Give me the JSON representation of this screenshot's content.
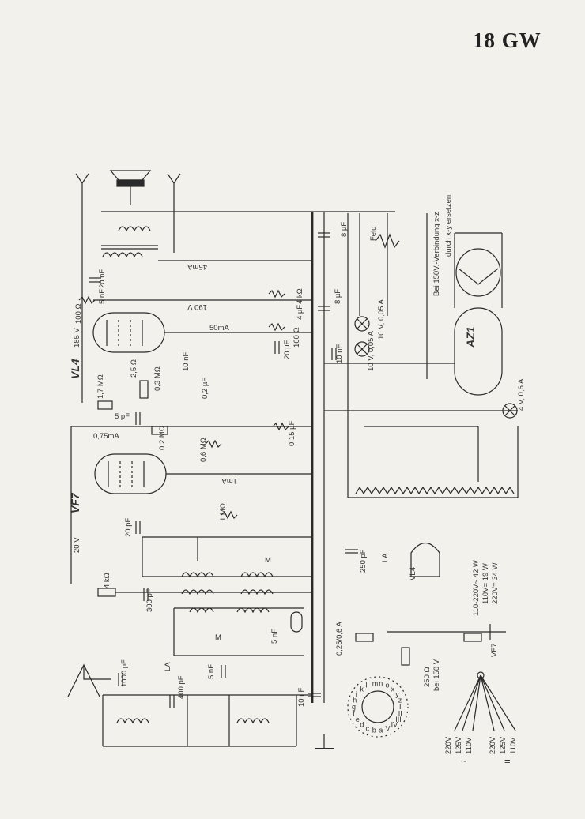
{
  "title": "18 GW",
  "tubes": {
    "vl4": "VL4",
    "vf7": "VF7",
    "az1": "AZ1",
    "vl4_small": "VL4",
    "vf7_small": "VF7"
  },
  "labels": {
    "bei150": "Bei 150V.-Verbindung x-z",
    "durch": "durch x-y ersetzen",
    "feld": "Feld",
    "ma45": "45mA",
    "v190": "190 V",
    "v185": "185 V",
    "ma50": "50mA",
    "ma075": "0,75mA",
    "ma1": "1mA",
    "v20": "20 V",
    "la_top": "LA",
    "la_bottom": "LA",
    "lamp_10v_a": "10 V, 0,05 A",
    "lamp_10v_b": "10 V, 0,05 A",
    "lamp_4v": "4 V, 0,6 A",
    "fuse_025": "0,25/0,6 A",
    "r_250": "250 Ω",
    "bei150v": "bei 150 V",
    "p42": "110-220V~ 42 W",
    "p19": "110V= 19 W",
    "p34": "220V= 34 W",
    "tap220": "220V",
    "tap125": "125V",
    "tap110": "110V",
    "tap220b": "220V",
    "tap125b": "125V",
    "tap110b": "110V",
    "ac_sym": "~",
    "dc_sym": "="
  },
  "components": {
    "c8uf_a": "8 µF",
    "c8uf_b": "8 µF",
    "c20nf": "20 nF",
    "c5nf": "5 nF",
    "r100": "100 Ω",
    "r4k": "4 kΩ",
    "c4uf": "4 µF",
    "c20uf": "20 µF",
    "r160": "160 Ω",
    "c10nf_a": "10 nF",
    "c10nf_b": "10 nF",
    "r25": "2,5 Ω",
    "r03": "0,3 MΩ",
    "c02": "0,2 µF",
    "r17": "1,7 MΩ",
    "c5pf": "5 pF",
    "r02": "0,2 MΩ",
    "r06": "0,6 MΩ",
    "c015": "0,15 µF",
    "r1m": "1 MΩ",
    "c20pf": "20 pF",
    "r4k2": "4 kΩ",
    "c300": "300 pF",
    "c5nf_b": "5 nF",
    "c5nf_c": "5 nF",
    "c250": "250 pF",
    "c1000": "1000 pF",
    "c400": "400 pF",
    "c10nf_c": "10 nF",
    "m_a": "M",
    "m_b": "M"
  },
  "switch": {
    "roman": [
      "I",
      "II",
      "III",
      "IV",
      "V"
    ],
    "letters": [
      "a",
      "b",
      "c",
      "d",
      "e",
      "f",
      "g",
      "h",
      "i",
      "k",
      "l",
      "m",
      "n",
      "o",
      "x",
      "y",
      "z"
    ]
  }
}
